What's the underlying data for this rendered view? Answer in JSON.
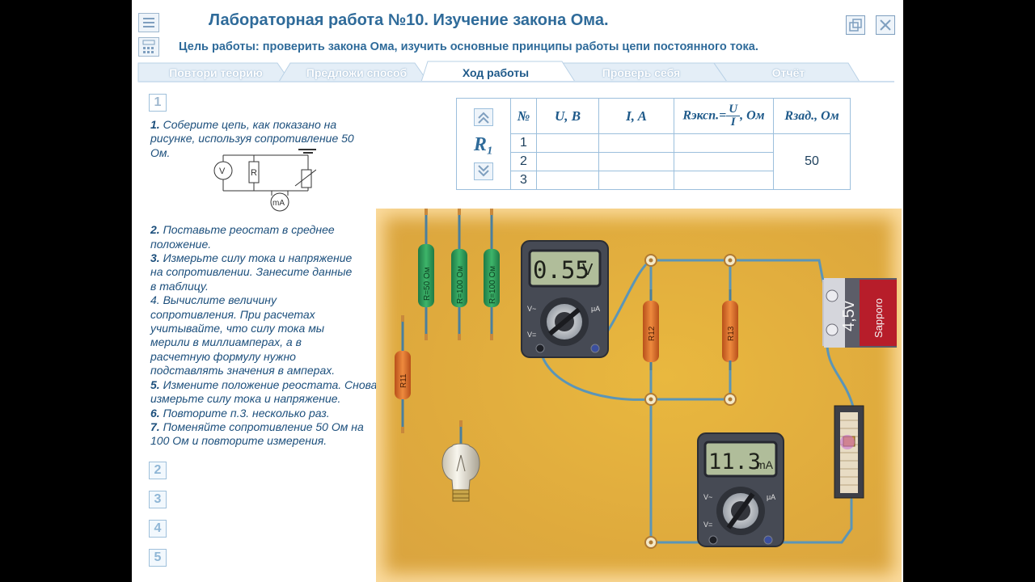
{
  "header": {
    "title": "Лабораторная работа №10.  Изучение закона Ома.",
    "subtitle": "Цель работы: проверить закона Ома, изучить основные принципы работы цепи постоянного тока."
  },
  "tabs": [
    {
      "label": "Повтори теорию",
      "active": false
    },
    {
      "label": "Предложи способ",
      "active": false
    },
    {
      "label": "Ход работы",
      "active": true
    },
    {
      "label": "Проверь себя",
      "active": false
    },
    {
      "label": "Отчёт",
      "active": false
    }
  ],
  "steps": [
    "1",
    "2",
    "3",
    "4",
    "5"
  ],
  "instructions": {
    "p1_num": "1.",
    "p1": "Соберите цепь, как показано на рисунке, используя сопротивление 50 Ом.",
    "p2_num": "2.",
    "p2": "Поставьте реостат в среднее положение.",
    "p3_num": "3.",
    "p3": "Измерьте силу тока и напряжение на сопротивлении. Занесите данные в таблицу.",
    "p4": "4. Вычислите величину сопротивления. При расчетах учитывайте, что  силу тока мы мерили в миллиамперах, а в расчетную формулу нужно подставлять значения в амперах.",
    "p5_num": "5.",
    "p5": "Измените положение реостата. Снова измерьте силу тока и напряжение.",
    "p6_num": "6.",
    "p6": "Повторите п.3. несколько раз.",
    "p7_num": "7.",
    "p7": "Поменяйте сопротивление 50 Ом на 100 Ом  и повторите измерения."
  },
  "schematic": {
    "voltmeter": "V",
    "resistor": "R",
    "ammeter": "mA"
  },
  "table": {
    "row_label": "R₁",
    "h_num": "№",
    "h_u": "U, B",
    "h_i": "I, A",
    "h_rexp": "Rэксп.=",
    "h_frac_top": "U",
    "h_frac_bottom": "I",
    "h_rexp_unit": ", Ом",
    "h_rzad": "Rзад., Ом",
    "rows": [
      "1",
      "2",
      "3"
    ],
    "rzad_value": "50"
  },
  "bench": {
    "resistor_labels": [
      "R=50 Ом",
      "R=100 Ом",
      "R=100 Ом",
      "R11",
      "R12",
      "R13"
    ],
    "voltmeter_display": "0.55",
    "voltmeter_unit": "V",
    "ammeter_display": "11.3",
    "ammeter_unit": "mA",
    "meter_label_v_ac": "V~",
    "meter_label_v_dc": "V=",
    "meter_label_ua": "μA",
    "battery_voltage": "4,5v",
    "battery_brand": "Sapporo"
  }
}
